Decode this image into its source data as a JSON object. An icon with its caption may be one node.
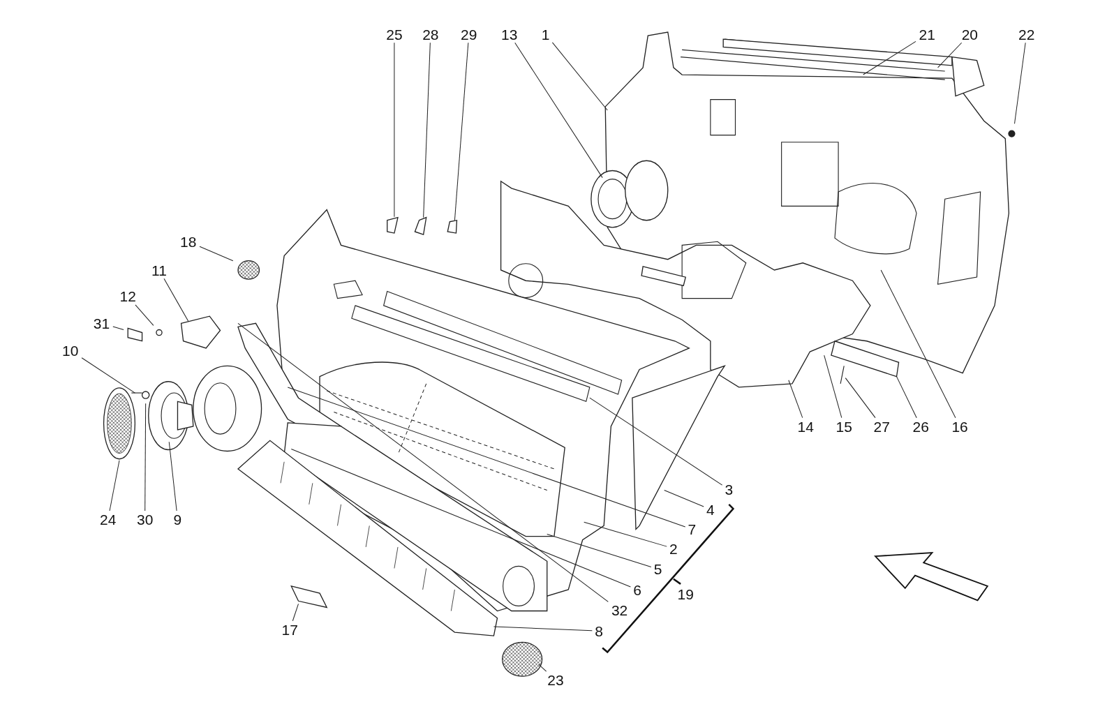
{
  "diagram": {
    "nodes": [
      {
        "text": [
          "25"
        ]
      },
      {
        "text": [
          "28"
        ]
      },
      {
        "text": [
          "29"
        ]
      },
      {
        "text": [
          "13"
        ]
      },
      {
        "text": [
          "1"
        ]
      },
      {
        "text": [
          "21"
        ]
      },
      {
        "text": [
          "20"
        ]
      },
      {
        "text": [
          "22"
        ]
      },
      {
        "text": [
          "18"
        ]
      },
      {
        "text": [
          "11"
        ]
      },
      {
        "text": [
          "12"
        ]
      },
      {
        "text": [
          "31"
        ]
      },
      {
        "text": [
          "10"
        ]
      },
      {
        "text": [
          "14"
        ]
      },
      {
        "text": [
          "15"
        ]
      },
      {
        "text": [
          "27"
        ]
      },
      {
        "text": [
          "26"
        ]
      },
      {
        "text": [
          "16"
        ]
      },
      {
        "text": [
          "3"
        ]
      },
      {
        "text": [
          "4"
        ]
      },
      {
        "text": [
          "7"
        ]
      },
      {
        "text": [
          "24"
        ]
      },
      {
        "text": [
          "30"
        ]
      },
      {
        "text": [
          "9"
        ]
      },
      {
        "text": [
          "2"
        ]
      },
      {
        "text": [
          "5"
        ]
      },
      {
        "text": [
          "6"
        ]
      },
      {
        "text": [
          "32"
        ]
      },
      {
        "text": [
          "17"
        ]
      },
      {
        "text": [
          "8"
        ]
      },
      {
        "text": [
          "23"
        ]
      }
    ],
    "edges": [
      {
        "from": 0,
        "to": null,
        "arrow": "none"
      },
      {
        "from": 1,
        "to": null,
        "arrow": "none"
      },
      {
        "from": 2,
        "to": null,
        "arrow": "none"
      },
      {
        "from": 3,
        "to": null,
        "arrow": "none"
      },
      {
        "from": 4,
        "to": null,
        "arrow": "none"
      },
      {
        "from": 5,
        "to": null,
        "arrow": "none"
      },
      {
        "from": 6,
        "to": null,
        "arrow": "none"
      },
      {
        "from": 7,
        "to": null,
        "arrow": "none"
      },
      {
        "from": 8,
        "to": null,
        "arrow": "none"
      },
      {
        "from": 9,
        "to": null,
        "arrow": "none"
      },
      {
        "from": 10,
        "to": null,
        "arrow": "none"
      },
      {
        "from": 11,
        "to": null,
        "arrow": "none"
      },
      {
        "from": 12,
        "to": null,
        "arrow": "none"
      },
      {
        "from": 13,
        "to": null,
        "arrow": "none"
      },
      {
        "from": 14,
        "to": null,
        "arrow": "none"
      },
      {
        "from": 15,
        "to": null,
        "arrow": "none"
      },
      {
        "from": 16,
        "to": null,
        "arrow": "none"
      },
      {
        "from": 17,
        "to": null,
        "arrow": "none"
      },
      {
        "from": 18,
        "to": null,
        "arrow": "none"
      },
      {
        "from": 19,
        "to": null,
        "arrow": "none"
      },
      {
        "from": 20,
        "to": null,
        "arrow": "none"
      },
      {
        "from": 21,
        "to": null,
        "arrow": "none"
      },
      {
        "from": 22,
        "to": null,
        "arrow": "none"
      },
      {
        "from": 23,
        "to": null,
        "arrow": "none"
      },
      {
        "from": 24,
        "to": null,
        "arrow": "none"
      },
      {
        "from": 25,
        "to": null,
        "arrow": "none"
      },
      {
        "from": 26,
        "to": null,
        "arrow": "none"
      },
      {
        "from": 27,
        "to": null,
        "arrow": "none"
      },
      {
        "from": 28,
        "to": null,
        "arrow": "none"
      },
      {
        "from": 29,
        "to": null,
        "arrow": "none"
      },
      {
        "from": 30,
        "to": null,
        "arrow": "none"
      }
    ],
    "labels": [
      "19"
    ]
  }
}
